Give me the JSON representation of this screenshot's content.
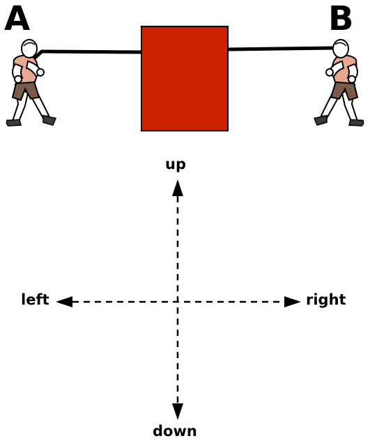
{
  "labels": {
    "a": "A",
    "b": "B",
    "up": "up",
    "down": "down",
    "left": "left",
    "right": "right"
  },
  "figures": {
    "person_a": "person-pulling-rope-figure",
    "person_b": "person-pulling-rope-figure"
  },
  "colors": {
    "box": "#cc2200",
    "box_outline": "#000000",
    "rope": "#000000",
    "arrows": "#000000",
    "skin": "#e8a990",
    "shorts": "#7a5a48",
    "shoes": "#3a3a3a"
  }
}
